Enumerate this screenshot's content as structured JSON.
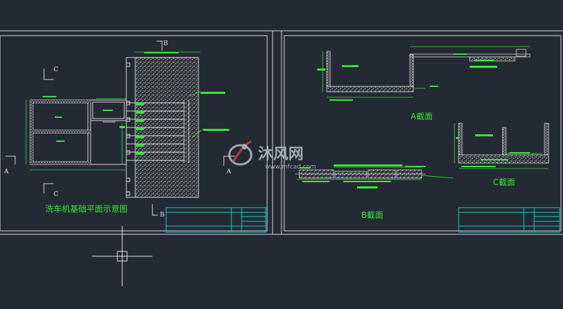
{
  "colors": {
    "background": "#232a33",
    "line_white": "#d9d9d9",
    "cad_green": "#37e637",
    "cad_cyan": "#19c8c8",
    "hatch": "#cfcfcf",
    "watermark": "#b8c0c8"
  },
  "plan": {
    "title": "洗车机基础平面示意图",
    "section_marks": {
      "a_left": "A",
      "a_right": "A",
      "b_top": "B",
      "b_bottom": "B",
      "c_top": "C",
      "c_bottom": "C"
    }
  },
  "sections": {
    "a": {
      "title": "A截面"
    },
    "b": {
      "title": "B截面"
    },
    "c": {
      "title": "C截面"
    }
  },
  "watermark": {
    "brand": "沐风网",
    "url": "www.mfcad.com"
  },
  "icons": {
    "crosshair": "crosshair-cursor-icon",
    "logo": "mfcad-logo-icon"
  }
}
